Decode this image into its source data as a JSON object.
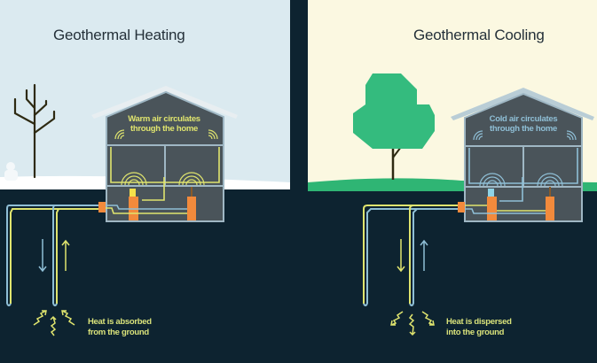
{
  "panels": {
    "heating": {
      "title": "Geothermal Heating",
      "house_label_line1": "Warm air circulates",
      "house_label_line2": "through the home",
      "ground_label_line1": "Heat is absorbed",
      "ground_label_line2": "from the ground",
      "sky_color": "#dbeaf0",
      "accent_color": "#dfe46e",
      "return_color": "#8fbfd6"
    },
    "cooling": {
      "title": "Geothermal Cooling",
      "house_label_line1": "Cold air circulates",
      "house_label_line2": "through the home",
      "ground_label_line1": "Heat is dispersed",
      "ground_label_line2": "into the ground",
      "sky_color": "#fbf8e1",
      "accent_color": "#8fbfd6",
      "grass_color": "#2fb574",
      "tree_color": "#34bb7e"
    }
  },
  "colors": {
    "ground": "#0d2330",
    "house_body": "#4a545a",
    "house_outline": "#9fb7c4",
    "roof": "#e8eef1",
    "unit": "#f28a3c"
  }
}
